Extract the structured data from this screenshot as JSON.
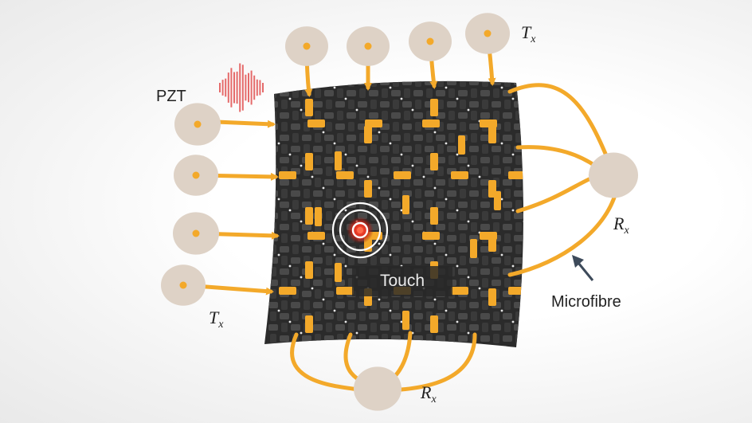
{
  "labels": {
    "pzt": "PZT",
    "tx_symbol": "T",
    "rx_symbol": "R",
    "subscript": "x",
    "touch": "Touch",
    "microfibre": "Microfibre"
  },
  "colors": {
    "fibre": "#f3a92a",
    "disc": "#ded2c6",
    "weave_dark": "#2b2b2b",
    "weave_mid": "#4a4a4a",
    "touch_core": "#e0301e",
    "wave": "#e56a6a",
    "pointer_arrow": "#3d4a5a"
  },
  "icons": {
    "signal": "acoustic-wave-burst-icon",
    "touch": "touch-ripple-icon",
    "pointer": "arrow-icon"
  }
}
